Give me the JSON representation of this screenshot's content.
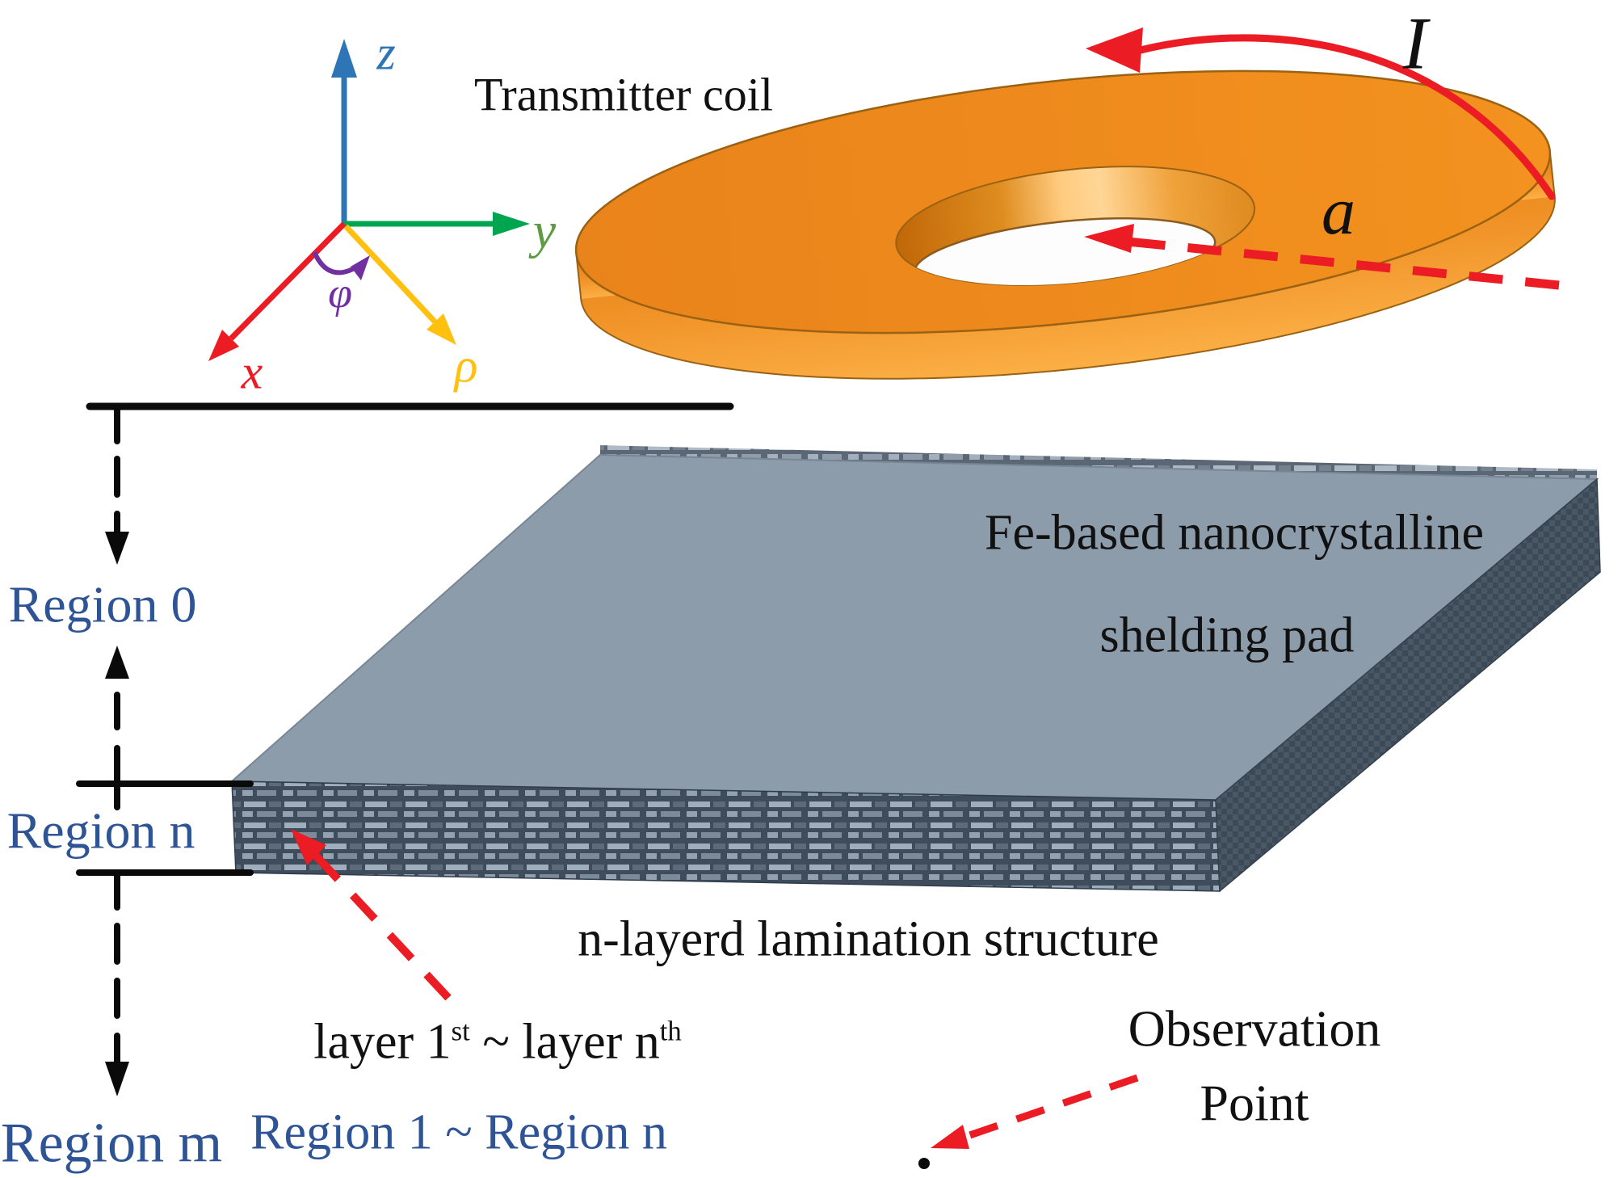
{
  "figure": {
    "captions": {
      "transmitter_coil": "Transmitter coil",
      "shield_line1": "Fe-based nanocrystalline",
      "shield_line2": "shelding pad",
      "lamination": "n-layerd lamination structure",
      "observation_line1": "Observation",
      "observation_line2": "Point"
    },
    "layer_range": {
      "prefix": "layer 1",
      "sup1": "st",
      "middle": " ~ layer n",
      "sup2": "th"
    },
    "regions": {
      "region_0": "Region 0",
      "region_n": "Region n",
      "region_m": "Region m",
      "region_range": "Region 1 ~ Region n"
    },
    "symbols": {
      "current": "I",
      "coil_radius": "a"
    },
    "axes": {
      "z": "z",
      "y": "y",
      "x": "x",
      "rho": "ρ",
      "phi": "φ"
    },
    "colors": {
      "coil_orange": "#F08A1E",
      "coil_outline": "#9A6212",
      "pad_top": "#8D9CAB",
      "pad_front_dark": "#3E4C5B",
      "pad_side_dark": "#42505D",
      "region_blue": "#2F5496",
      "arrow_red": "#EC1C24",
      "axis_z_blue": "#2E75B6",
      "axis_y_green": "#00A550",
      "axis_x_red": "#EC1C24",
      "axis_rho_gold": "#FFC010",
      "axis_phi_purple": "#7030A0",
      "annotation_black": "#111111"
    }
  }
}
